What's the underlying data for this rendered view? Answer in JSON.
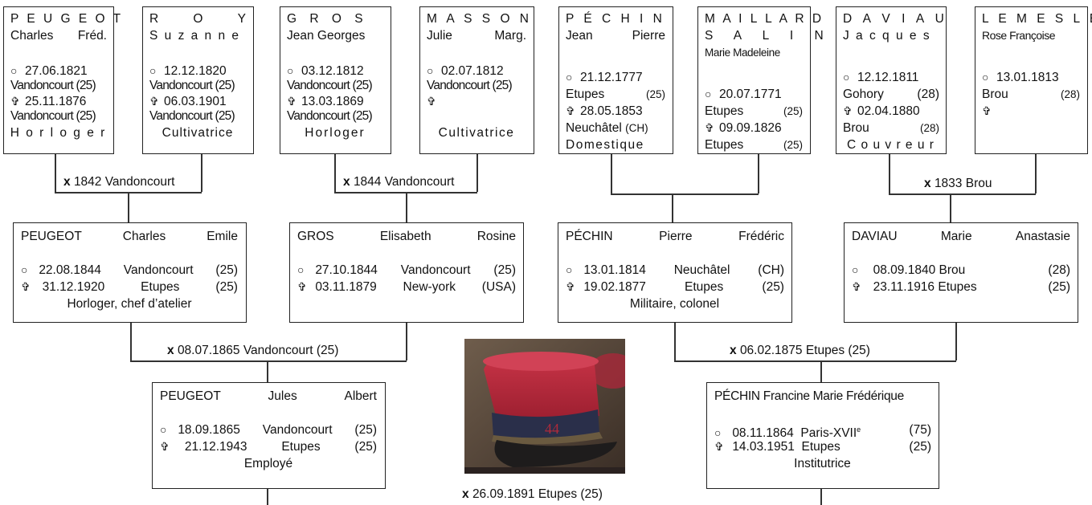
{
  "g1": [
    {
      "last": "P E U G E O T",
      "first_a": "Charles",
      "first_b": "Fréd.",
      "birth": "27.06.1821",
      "bplace": "Vandoncourt (25)",
      "death": "25.11.1876",
      "dplace": "Vandoncourt (25)",
      "job": "H o r l o g e r"
    },
    {
      "last": "R",
      "last2": "O",
      "last3": "Y",
      "first_a": "S u z a n n e",
      "first_b": "",
      "birth": "12.12.1820",
      "bplace": "Vandoncourt (25)",
      "death": "06.03.1901",
      "dplace": "Vandoncourt (25)",
      "job": "Cultivatrice"
    },
    {
      "last": "G R O S",
      "first_a": "Jean Georges",
      "first_b": "",
      "birth": "03.12.1812",
      "bplace": "Vandoncourt (25)",
      "death": "13.03.1869",
      "dplace": "Vandoncourt (25)",
      "job": "Horloger"
    },
    {
      "last": "M A S S O N",
      "first_a": "Julie",
      "first_b": "Marg.",
      "birth": "02.07.1812",
      "bplace": "Vandoncourt (25)",
      "death": "",
      "dplace": "",
      "job": "Cultivatrice"
    },
    {
      "last": "P É C H I N",
      "first_a": "Jean",
      "first_b": "Pierre",
      "birth": "21.12.1777",
      "bplace": "Etupes",
      "bdept": "(25)",
      "death": "28.05.1853",
      "dplace": "Neuchâtel",
      "ddept": "(CH)",
      "job": "Domestique"
    },
    {
      "last": "M A I L L A R D",
      "last2": "S A L I N",
      "first_a": "Marie Madeleine",
      "first_b": "",
      "birth": "20.07.1771",
      "bplace": "Etupes",
      "bdept": "(25)",
      "death": "09.09.1826",
      "dplace": "Etupes",
      "ddept": "(25)",
      "job": ""
    },
    {
      "last": "D A V I A U",
      "first_a": "J a c q u e s",
      "first_b": "",
      "birth": "12.12.1811",
      "bplace": "Gohory",
      "bdept": "(28)",
      "death": "02.04.1880",
      "dplace": "Brou",
      "ddept": "(28)",
      "job": "C o u v r e u r"
    },
    {
      "last": "L E M E S L E",
      "first_a": "Rose Françoise",
      "first_b": "",
      "birth": "13.01.1813",
      "bplace": "Brou",
      "bdept": "(28)",
      "death": "",
      "dplace": "",
      "job": ""
    }
  ],
  "g1_marriages": [
    {
      "x": "x",
      "text": "1842 Vandoncourt"
    },
    {
      "x": "x",
      "text": "1844 Vandoncourt"
    },
    {
      "x": "x",
      "text": "1833 Brou"
    }
  ],
  "g2": [
    {
      "last": "PEUGEOT",
      "first_a": "Charles",
      "first_b": "Emile",
      "birth": "22.08.1844",
      "bplace": "Vandoncourt",
      "bdept": "(25)",
      "death": "31.12.1920",
      "dplace": "Etupes",
      "ddept": "(25)",
      "job": "Horloger, chef d’atelier"
    },
    {
      "last": "GROS",
      "first_a": "Elisabeth",
      "first_b": "Rosine",
      "birth": "27.10.1844",
      "bplace": "Vandoncourt",
      "bdept": "(25)",
      "death": "03.11.1879",
      "dplace": "New-york",
      "ddept": "(USA)",
      "job": ""
    },
    {
      "last": "PÉCHIN",
      "first_a": "Pierre",
      "first_b": "Frédéric",
      "birth": "13.01.1814",
      "bplace": "Neuchâtel",
      "bdept": "(CH)",
      "death": "19.02.1877",
      "dplace": "Etupes",
      "ddept": "(25)",
      "job": "Militaire, colonel"
    },
    {
      "last": "DAVIAU",
      "first_a": "Marie",
      "first_b": "Anastasie",
      "birth": "08.09.1840",
      "bplace": "Brou",
      "bdept": "(28)",
      "death": "23.11.1916",
      "dplace": "Etupes",
      "ddept": "(25)",
      "job": ""
    }
  ],
  "g2_marriages": [
    {
      "x": "x",
      "text": "08.07.1865 Vandoncourt (25)"
    },
    {
      "x": "x",
      "text": "06.02.1875 Etupes (25)"
    }
  ],
  "g3": [
    {
      "last": "PEUGEOT",
      "first_a": "Jules",
      "first_b": "Albert",
      "birth": "18.09.1865",
      "bplace": "Vandoncourt",
      "bdept": "(25)",
      "death": "21.12.1943",
      "dplace": "Etupes",
      "ddept": "(25)",
      "job": "Employé"
    },
    {
      "last": "PÉCHIN Francine Marie Frédérique",
      "first_a": "",
      "first_b": "",
      "birth": "08.11.1864",
      "bplace": "Paris-XVII",
      "bsup": "e",
      "bdept": "(75)",
      "death": "14.03.1951",
      "dplace": "Etupes",
      "ddept": "(25)",
      "job": "Institutrice"
    }
  ],
  "g3_marriage": {
    "x": "x",
    "text": "26.09.1891 Etupes (25)"
  },
  "icons": {
    "birth": "○",
    "death": "✞"
  }
}
